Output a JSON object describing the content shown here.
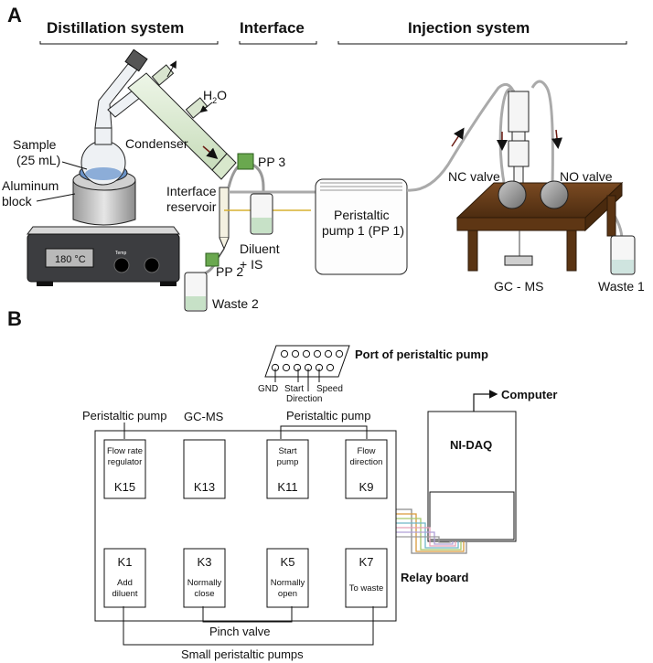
{
  "panel_a": {
    "letter": "A",
    "sections": {
      "distillation": "Distillation system",
      "interface": "Interface",
      "injection": "Injection system"
    },
    "labels": {
      "h2o_main": "H",
      "h2o_sub": "2",
      "h2o_tail": "O",
      "condenser": "Condenser",
      "sample_line1": "Sample",
      "sample_line2": "(25 mL)",
      "aluminum_line1": "Aluminum",
      "aluminum_line2": "block",
      "interface_reservoir_line1": "Interface",
      "interface_reservoir_line2": "reservoir",
      "hotplate_display": "180 °C",
      "hotplate_knob": "Temp",
      "pp3": "PP 3",
      "pp2": "PP 2",
      "waste2": "Waste 2",
      "diluent_line1": "Diluent",
      "diluent_line2": "+ IS",
      "pump_line1": "Peristaltic",
      "pump_line2": "pump 1 (PP 1)",
      "nc_valve": "NC valve",
      "no_valve": "NO valve",
      "gcms": "GC - MS",
      "waste1": "Waste 1"
    }
  },
  "panel_b": {
    "letter": "B",
    "port_title": "Port of peristaltic pump",
    "port_labels": {
      "gnd": "GND",
      "start": "Start",
      "direction": "Direction",
      "speed": "Speed"
    },
    "computer": "Computer",
    "nidaq": "NI-DAQ",
    "relay_board": "Relay board",
    "top_labels": {
      "peristaltic_left": "Peristaltic pump",
      "gcms": "GC-MS",
      "peristaltic_right": "Peristaltic pump"
    },
    "relays_top": [
      {
        "id": "K15",
        "line1": "Flow rate",
        "line2": "regulator"
      },
      {
        "id": "K13",
        "line1": "",
        "line2": ""
      },
      {
        "id": "K11",
        "line1": "Start",
        "line2": "pump"
      },
      {
        "id": "K9",
        "line1": "Flow",
        "line2": "direction"
      }
    ],
    "relays_bottom": [
      {
        "id": "K1",
        "line1": "Add",
        "line2": "diluent"
      },
      {
        "id": "K3",
        "line1": "Normally",
        "line2": "close"
      },
      {
        "id": "K5",
        "line1": "Normally",
        "line2": "open"
      },
      {
        "id": "K7",
        "line1": "To waste",
        "line2": ""
      }
    ],
    "pinch_valve": "Pinch valve",
    "small_pumps": "Small peristaltic pumps"
  }
}
